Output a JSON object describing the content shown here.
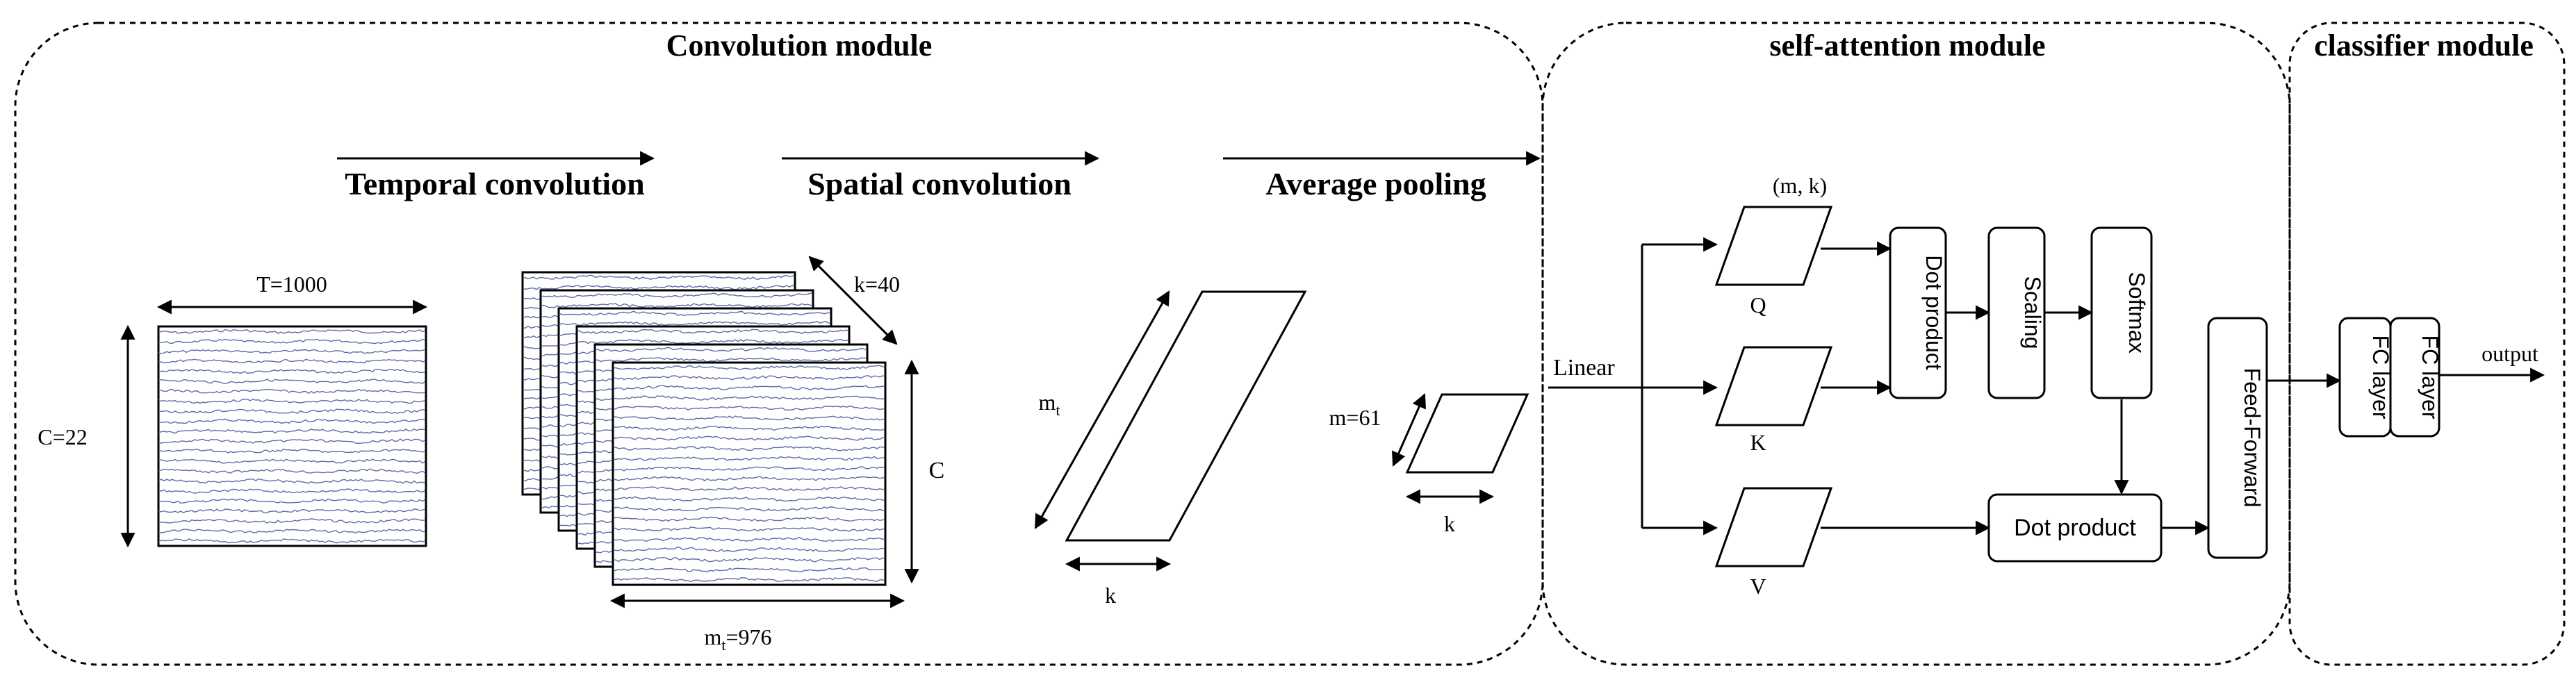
{
  "modules": {
    "convolution": {
      "title": "Convolution module"
    },
    "attention": {
      "title": "self-attention module"
    },
    "classifier": {
      "title": "classifier module"
    }
  },
  "steps": {
    "temporal": "Temporal convolution",
    "spatial": "Spatial convolution",
    "pooling": "Average pooling"
  },
  "dims": {
    "T": "T=1000",
    "C22": "C=22",
    "k40": "k=40",
    "C": "C",
    "mt976_base": "m",
    "mt976_sub": "t",
    "mt976_rest": "=976",
    "mt_base": "m",
    "mt_sub": "t",
    "k_para": "k",
    "m61": "m=61",
    "k_small": "k"
  },
  "attention": {
    "mk": "(m, k)",
    "Q": "Q",
    "K": "K",
    "V": "V",
    "linear": "Linear",
    "dot_product": "Dot product",
    "scaling": "Scaling",
    "softmax": "Softmax",
    "dot_product_2": "Dot product",
    "feed_forward": "Feed-Forward"
  },
  "classifier": {
    "fc1": "FC layer",
    "fc2": "FC layer",
    "output": "output"
  },
  "colors": {
    "line": "#000000",
    "signal": "#5b6ea8",
    "dash": "#000000"
  }
}
